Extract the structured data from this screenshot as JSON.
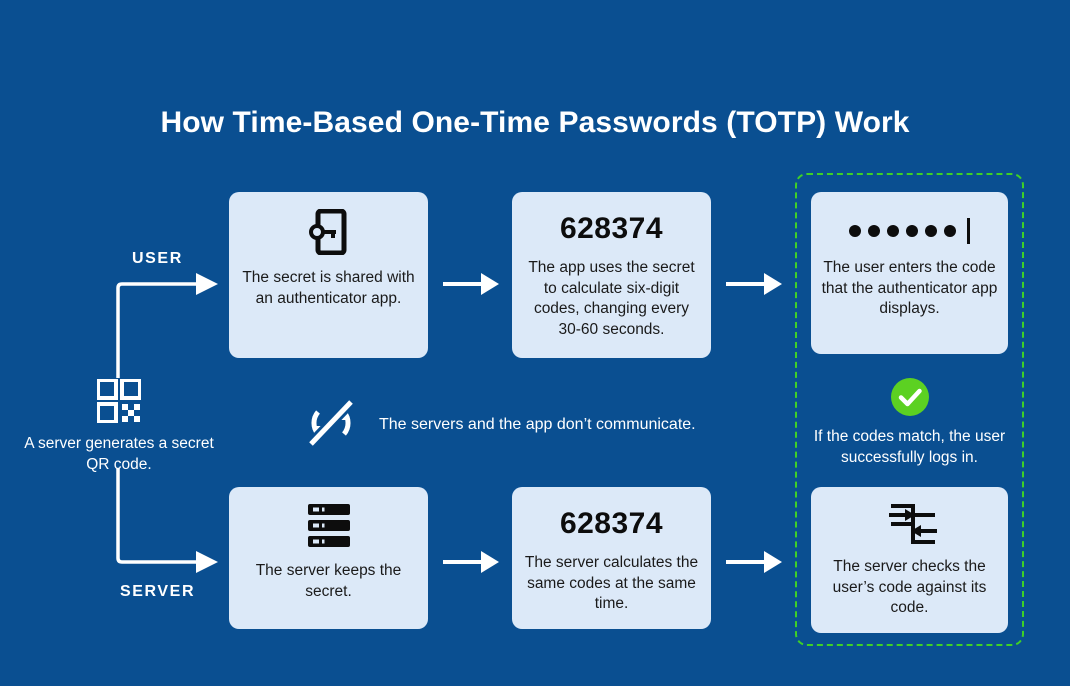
{
  "page": {
    "title": "How Time-Based One-Time Passwords (TOTP) Work",
    "background_color": "#0A4F91",
    "card_color": "#DCE9F8",
    "accent_green": "#3FD126",
    "text_on_dark": "#FFFFFF",
    "text_on_card": "#1A1A1A"
  },
  "origin": {
    "icon": "qr-code-icon",
    "caption": "A server generates a secret QR code."
  },
  "branches": {
    "user_label": "USER",
    "server_label": "SERVER"
  },
  "user_row": {
    "step1": {
      "icon": "phone-key-icon",
      "text": "The secret is shared with an authenticator app."
    },
    "step2": {
      "code": "628374",
      "text": "The app uses the secret to calculate six-digit codes, changing every 30-60 seconds."
    },
    "step3": {
      "icon": "password-dots-icon",
      "dots": 6,
      "text": "The user enters the code that the authenticator app displays."
    }
  },
  "server_row": {
    "step1": {
      "icon": "server-rack-icon",
      "text": "The server keeps the secret."
    },
    "step2": {
      "code": "628374",
      "text": "The server calculates the same codes at the same time."
    },
    "step3": {
      "icon": "compare-arrows-icon",
      "text": "The server checks the user’s code against its code."
    }
  },
  "middle_note": {
    "icon": "no-sync-icon",
    "text": "The servers and the app don’t communicate."
  },
  "match_note": {
    "icon": "green-check-circle-icon",
    "text": "If the codes match, the user successfully logs in."
  }
}
